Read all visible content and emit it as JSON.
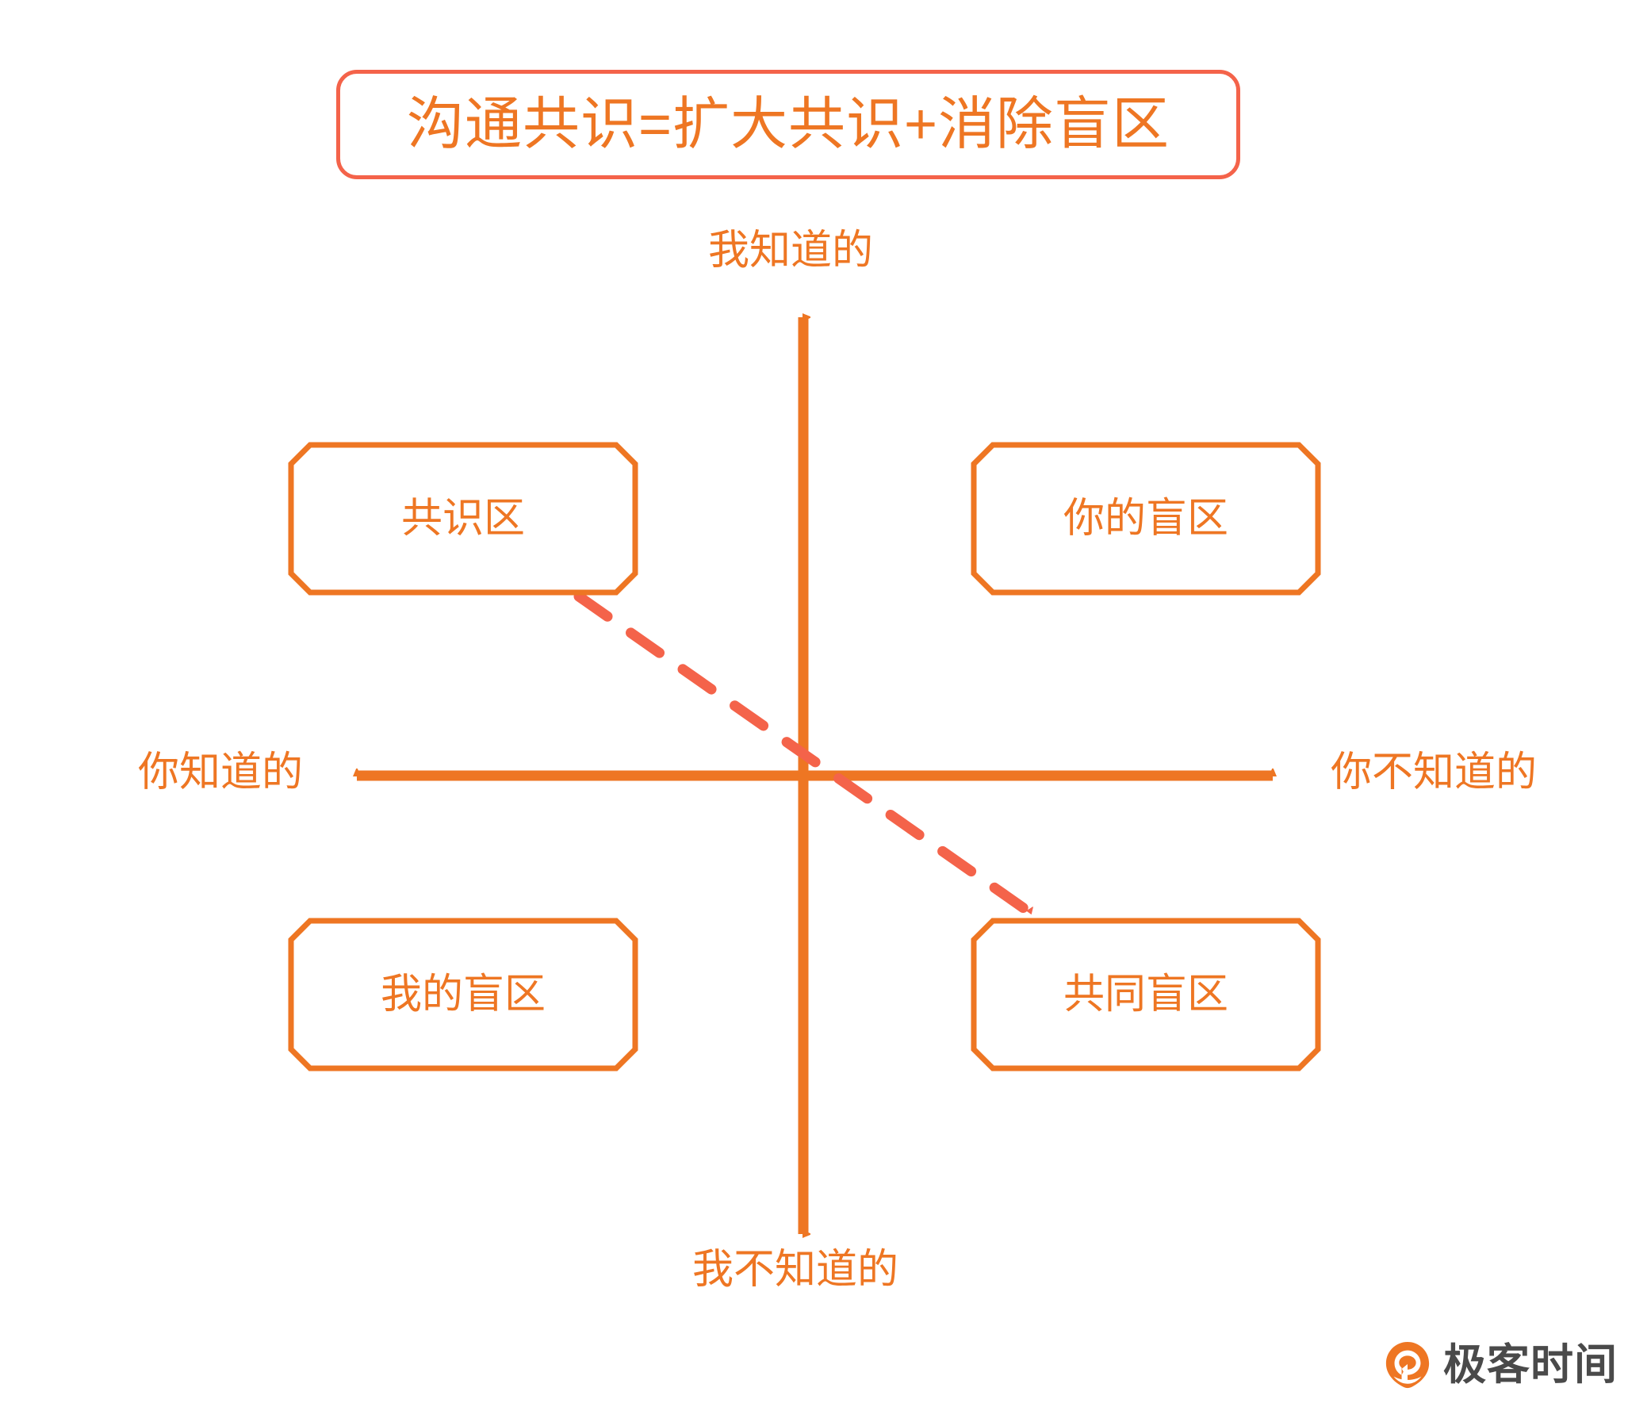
{
  "title": {
    "text": "沟通共识=扩大共识+消除盲区"
  },
  "axes": {
    "top_label": "我知道的",
    "bottom_label": "我不知道的",
    "left_label": "你知道的",
    "right_label": "你不知道的"
  },
  "quadrants": [
    {
      "id": "top-left",
      "label": "共识区"
    },
    {
      "id": "top-right",
      "label": "你的盲区"
    },
    {
      "id": "bottom-left",
      "label": "我的盲区"
    },
    {
      "id": "bottom-right",
      "label": "共同盲区"
    }
  ],
  "arrow": {
    "name": "diagonal-dashed-arrow",
    "from": "共识区",
    "to": "共同盲区"
  },
  "logo": {
    "text": "极客时间",
    "mark": "geektime-logo-icon"
  },
  "colors": {
    "primary_orange": "#EE7623",
    "accent_coral": "#F4634A",
    "logo_text": "#4A4A4A",
    "background": "#FFFFFF"
  }
}
